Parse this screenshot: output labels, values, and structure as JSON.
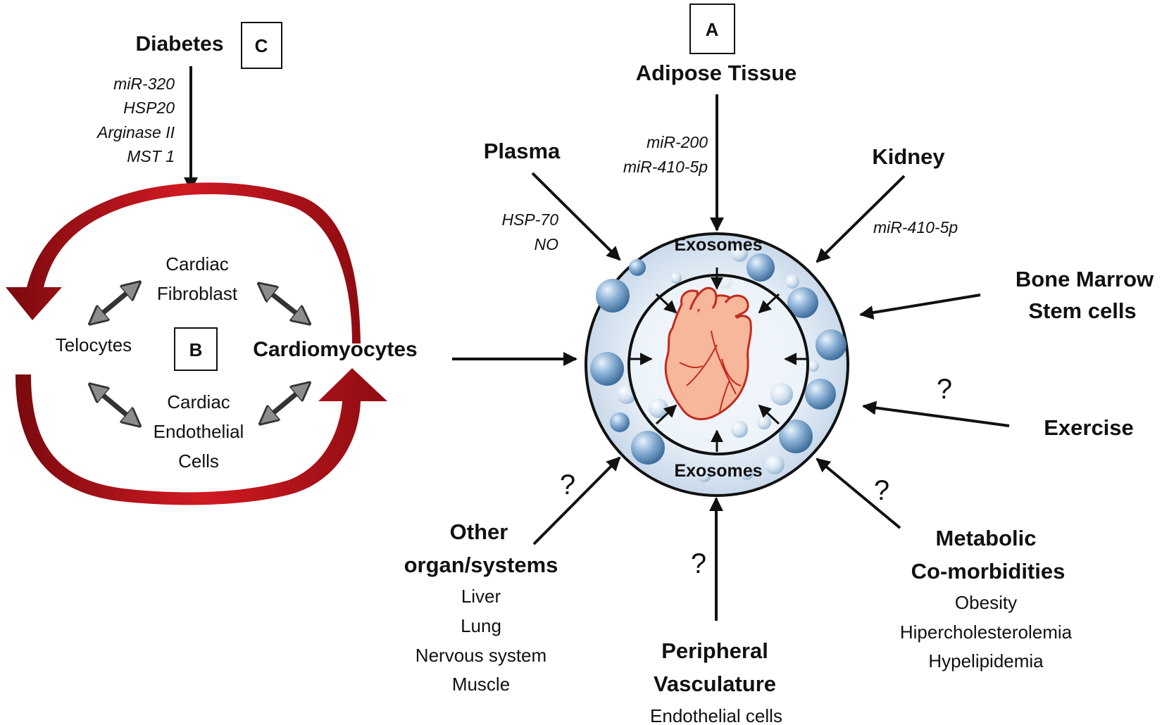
{
  "panels": {
    "a": "A",
    "b": "B",
    "c": "C"
  },
  "left": {
    "diabetes": "Diabetes",
    "diabetes_factors": [
      "miR-320",
      "HSP20",
      "Arginase II",
      "MST 1"
    ],
    "fibroblast": [
      "Cardiac",
      "Fibroblast"
    ],
    "telocytes": "Telocytes",
    "cardiomyocytes": "Cardiomyocytes",
    "endothelial": [
      "Cardiac",
      "Endothelial",
      "Cells"
    ]
  },
  "center": {
    "exosomes_top": "Exosomes",
    "exosomes_bottom": "Exosomes"
  },
  "sources": {
    "adipose": {
      "label": "Adipose Tissue",
      "factors": [
        "miR-200",
        "miR-410-5p"
      ]
    },
    "plasma": {
      "label": "Plasma",
      "factors": [
        "HSP-70",
        "NO"
      ]
    },
    "kidney": {
      "label": "Kidney",
      "factors": [
        "miR-410-5p"
      ]
    },
    "bone_marrow": {
      "label": [
        "Bone Marrow",
        "Stem cells"
      ]
    },
    "exercise": {
      "label": "Exercise",
      "mark": "?"
    },
    "metabolic": {
      "label": [
        "Metabolic",
        "Co-morbidities"
      ],
      "mark": "?",
      "items": [
        "Obesity",
        "Hipercholesterolemia",
        "Hypelipidemia"
      ]
    },
    "peripheral": {
      "label": [
        "Peripheral",
        "Vasculature"
      ],
      "mark": "?",
      "items": [
        "Endothelial cells"
      ]
    },
    "other": {
      "label": [
        "Other",
        "organ/systems"
      ],
      "mark": "?",
      "items": [
        "Liver",
        "Lung",
        "Nervous system",
        "Muscle"
      ]
    }
  },
  "colors": {
    "red_arrow": "#c0111b",
    "red_dark": "#7a0a0e",
    "heart": "#f6b79a",
    "heart_outline": "#c22b1e",
    "sphere": "#7aa4cc",
    "ring_fill": "#dfe9f4"
  }
}
